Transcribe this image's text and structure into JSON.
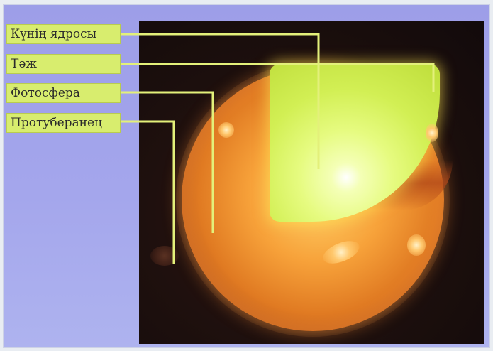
{
  "labels": {
    "core": "Күнің ядросы",
    "corona": "Тәж",
    "photosphere": "Фотосфера",
    "prominence": "Протуберанец"
  },
  "colors": {
    "background": "#a4a6ec",
    "label_fill": "#d8ed6e",
    "leader_line": "#e3f07a",
    "core_glow": "#e6fb80",
    "sun_surface": "#f7a23a"
  }
}
